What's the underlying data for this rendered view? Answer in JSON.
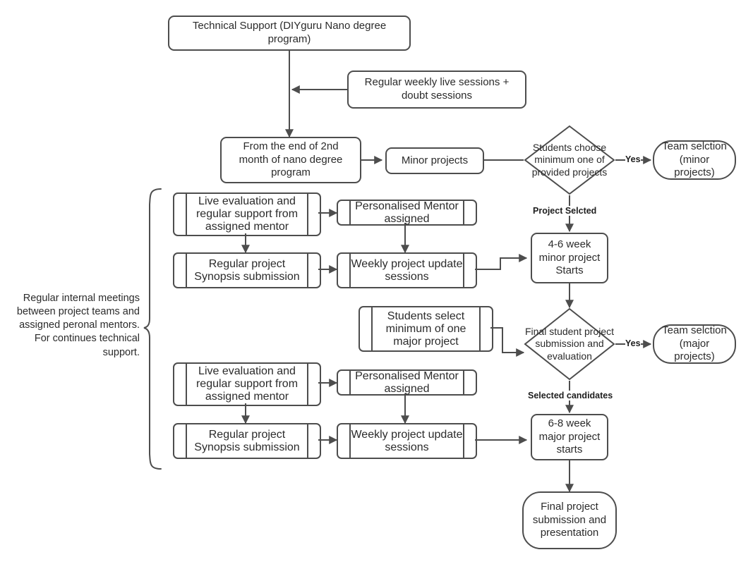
{
  "diagram": {
    "title": "DIYguru Nano degree program technical support flowchart",
    "stroke_color": "#4d4d4d",
    "text_color": "#2b2b2b",
    "background_color": "#ffffff"
  },
  "nodes": {
    "technical_support": "Technical Support (DIYguru Nano degree program)",
    "weekly_sessions": "Regular weekly live sessions + doubt sessions",
    "from_end_2nd_month": "From the end of 2nd month of nano degree program",
    "minor_projects": "Minor projects",
    "students_choose": "Students choose minimum one of provided projects",
    "team_selection_minor": "Team selction (minor projects)",
    "live_eval_minor": "Live evaluation and regular support from assigned mentor",
    "mentor_assigned_minor": "Personalised Mentor assigned",
    "synopsis_minor": "Regular project Synopsis submission",
    "weekly_update_minor": "Weekly  project update sessions",
    "minor_project_starts": "4-6 week minor project Starts",
    "students_select_major": "Students select minimum of one major project",
    "final_evaluation": "Final student project submission and evaluation",
    "team_selection_major": "Team selction (major projects)",
    "live_eval_major": "Live evaluation and regular support from assigned mentor",
    "mentor_assigned_major": "Personalised Mentor assigned",
    "synopsis_major": "Regular project Synopsis submission",
    "weekly_update_major": "Weekly  project update sessions",
    "major_project_starts": "6-8 week major project starts",
    "final_submission": "Final project submission and presentation"
  },
  "edge_labels": {
    "yes_minor": "Yes",
    "project_selected": "Project Selcted",
    "yes_major": "Yes",
    "selected_candidates": "Selected candidates"
  },
  "annotations": {
    "brace_note": "Regular internal meetings between project teams and assigned peronal mentors. For continues technical support."
  }
}
